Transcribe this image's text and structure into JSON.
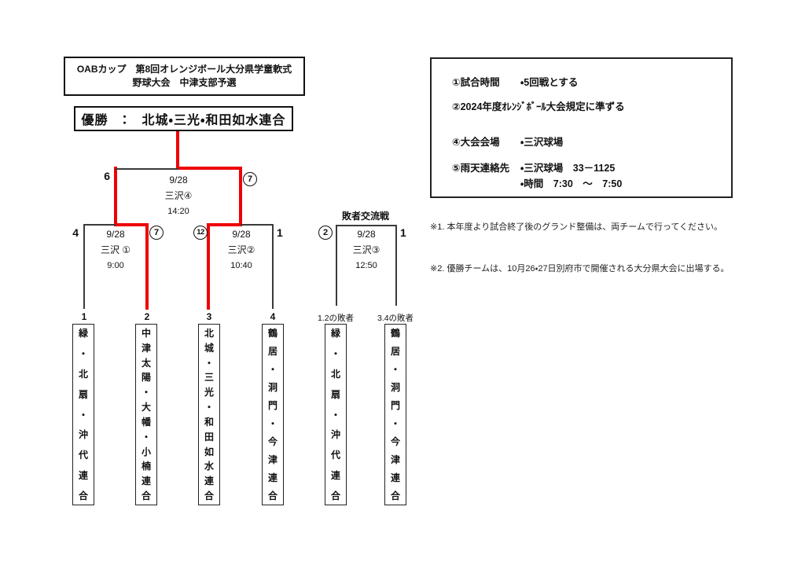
{
  "colors": {
    "winner_path": "#ee0000",
    "bracket_line": "#3a3a3a"
  },
  "title_box": {
    "text": "OABカップ　第8回オレンジボール大分県学童軟式野球大会　中津支部予選"
  },
  "champion_box": {
    "text": "優勝　：　北城・三光・和田如水連合"
  },
  "bracket": {
    "final": {
      "date": "9/28",
      "venue": "三沢④",
      "time": "14:20",
      "left_score": "6",
      "left_circled": false,
      "right_score": "7",
      "right_circled": true
    },
    "semi1": {
      "date": "9/28",
      "venue": "三沢 ①",
      "time": "9:00",
      "left_score": "4",
      "left_circled": false,
      "right_score": "7",
      "right_circled": true
    },
    "semi2": {
      "date": "9/28",
      "venue": "三沢②",
      "time": "10:40",
      "left_score": "12",
      "left_circled": true,
      "right_score": "1",
      "right_circled": false
    },
    "consolation": {
      "label": "敗者交流戦",
      "date": "9/28",
      "venue": "三沢③",
      "time": "12:50",
      "left_score": "2",
      "left_circled": true,
      "right_score": "1",
      "right_circled": false
    }
  },
  "teams": [
    {
      "seed": "1",
      "name": "緑・北扇・沖代連合"
    },
    {
      "seed": "2",
      "name": "中津太陽・大幡・小楠連合"
    },
    {
      "seed": "3",
      "name": "北城・三光・和田如水連合"
    },
    {
      "seed": "4",
      "name": "鶴居・洞門・今津連合"
    }
  ],
  "consolation_teams": [
    {
      "label": "1.2の敗者",
      "name": "緑・北扇・沖代連合"
    },
    {
      "label": "3.4の敗者",
      "name": "鶴居・洞門・今津連合"
    }
  ],
  "rules_box": {
    "rows": [
      {
        "label": "①試合時間",
        "detail": "・5回戦とする"
      },
      {
        "label": "②2024年度ｵﾚﾝｼﾞﾎﾞｰﾙ大会規定に準ずる",
        "detail": ""
      },
      {
        "label": "④大会会場",
        "detail": "・三沢球場"
      },
      {
        "label": "⑤雨天連絡先",
        "detail": "・三沢球場　33－1125"
      },
      {
        "label": "",
        "detail": "・時間　7:30　～　7:50"
      }
    ]
  },
  "notes": [
    {
      "text": "※1. 本年度より試合終了後のグランド整備は、両チームで行ってください。"
    },
    {
      "text": "※2. 優勝チームは、10月26・27日別府市で開催される大分県大会に出場する。"
    }
  ]
}
